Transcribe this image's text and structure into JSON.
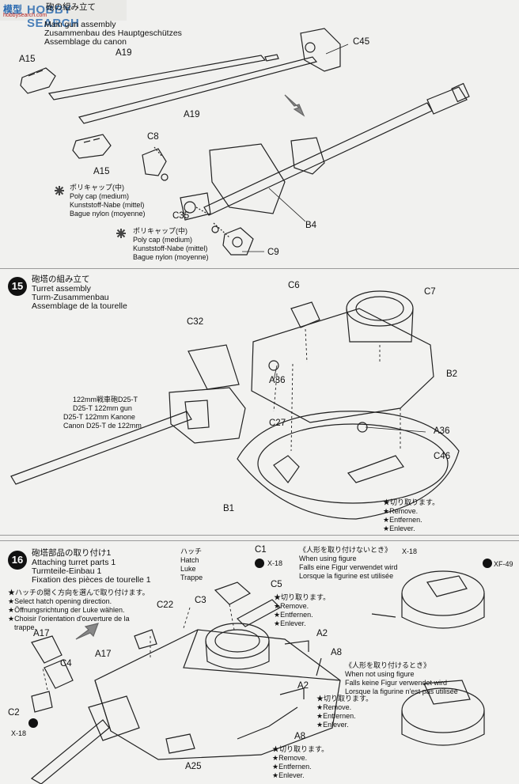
{
  "watermark": {
    "logo_text": "模型",
    "brand_text": "HOBBY SEARCH",
    "site_text": "hobbysearch.com"
  },
  "top": {
    "header_ja": "砲の組み立て",
    "header_en": "Main gun assembly",
    "header_de": "Zusammenbau des Hauptgeschützes",
    "header_fr": "Assemblage du canon",
    "parts": {
      "a15_upper": "A15",
      "a19_upper": "A19",
      "a19_lower": "A19",
      "a15_lower": "A15",
      "c45": "C45",
      "c8": "C8",
      "c35": "C35",
      "b4": "B4",
      "c9": "C9"
    },
    "poly1": {
      "ja": "ポリキャップ(中)",
      "en": "Poly cap (medium)",
      "de": "Kunststoff-Nabe (mittel)",
      "fr": "Bague nylon (moyenne)"
    },
    "poly2": {
      "ja": "ポリキャップ(中)",
      "en": "Poly cap (medium)",
      "de": "Kunststoff-Nabe (mittel)",
      "fr": "Bague nylon (moyenne)"
    }
  },
  "step15": {
    "number": "15",
    "title_ja": "砲塔の組み立て",
    "title_en": "Turret assembly",
    "title_de": "Turm-Zusammenbau",
    "title_fr": "Assemblage de la tourelle",
    "gun_ja": "122mm戦車砲D25-T",
    "gun_en": "D25-T 122mm gun",
    "gun_de": "D25-T 122mm Kanone",
    "gun_fr": "Canon D25-T de 122mm",
    "parts": {
      "c6": "C6",
      "c7": "C7",
      "c32": "C32",
      "b2": "B2",
      "a36_left": "A36",
      "a36_right": "A36",
      "c27": "C27",
      "c46": "C46",
      "b1": "B1"
    },
    "remove": {
      "ja": "★切り取ります。",
      "en": "★Remove.",
      "de": "★Entfernen.",
      "fr": "★Enlever."
    }
  },
  "step16": {
    "number": "16",
    "title_ja": "砲塔部品の取り付け1",
    "title_en": "Attaching turret parts 1",
    "title_de": "Turmteile-Einbau 1",
    "title_fr": "Fixation des pièces de tourelle 1",
    "hatch_ja": "ハッチ",
    "hatch_en": "Hatch",
    "hatch_de": "Luke",
    "hatch_fr": "Trappe",
    "note_ja": "★ハッチの開く方向を選んで取り付けます。",
    "note_en": "★Select hatch opening direction.",
    "note_de": "★Öffnungsrichtung der Luke wählen.",
    "note_fr1": "★Choisir l'orientation d'ouverture de la",
    "note_fr2": "trappe.",
    "with_fig": {
      "ja": "《人形を取り付けないとき》",
      "en": "When using figure",
      "de": "Falls eine Figur verwendet wird",
      "fr": "Lorsque la figurine est utilisée"
    },
    "without_fig": {
      "ja": "《人形を取り付けるとき》",
      "en": "When not using figure",
      "de": "Falls keine Figur verwendet wird",
      "fr": "Lorsque la figurine n'est pas utilisée"
    },
    "parts": {
      "c1": "C1",
      "x18_c1": "X-18",
      "c3": "C3",
      "c5": "C5",
      "c22": "C22",
      "a17_left": "A17",
      "a17_mid": "A17",
      "c4": "C4",
      "c2": "C2",
      "x18_c2": "X-18",
      "a2_upper": "A2",
      "a8_upper": "A8",
      "a2_lower": "A2",
      "a8_lower": "A8",
      "a25": "A25",
      "x18_inset": "X-18",
      "xf49": "XF-49"
    },
    "remove_c5": {
      "ja": "★切り取ります。",
      "en": "★Remove.",
      "de": "★Entfernen.",
      "fr": "★Enlever."
    },
    "remove_a2": {
      "ja": "★切り取ります。",
      "en": "★Remove.",
      "de": "★Entfernen.",
      "fr": "★Enlever."
    },
    "remove_a8": {
      "ja": "★切り取ります。",
      "en": "★Remove.",
      "de": "★Entfernen.",
      "fr": "★Enlever."
    }
  }
}
